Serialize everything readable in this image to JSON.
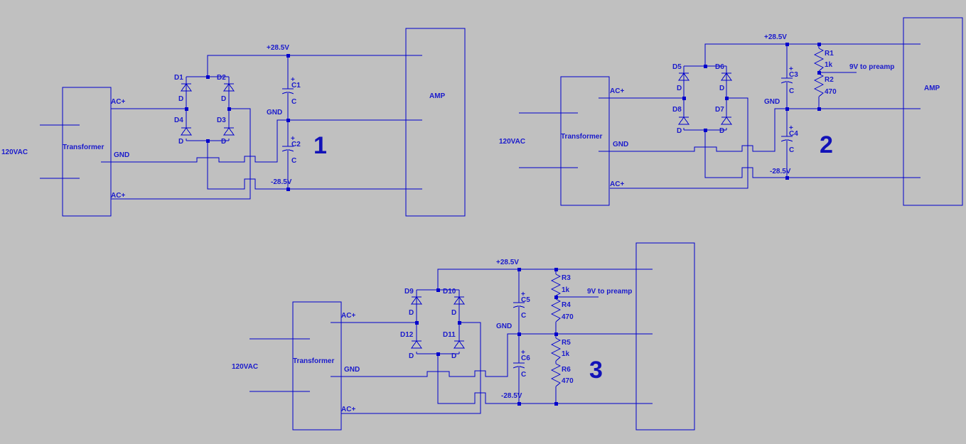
{
  "schematics": [
    {
      "number": "1",
      "input_label": "120VAC",
      "transformer_label": "Transformer",
      "ac1_label": "AC+",
      "gnd_label": "GND",
      "ac2_label": "AC+",
      "pos_rail": "+28.5V",
      "neg_rail": "-28.5V",
      "rail_gnd": "GND",
      "amp_label": "AMP",
      "diodes": [
        "D1",
        "D2",
        "D3",
        "D4"
      ],
      "diode_value": "D",
      "caps": [
        "C1",
        "C2"
      ],
      "cap_value": "C",
      "cap_polarity": "+"
    },
    {
      "number": "2",
      "input_label": "120VAC",
      "transformer_label": "Transformer",
      "ac1_label": "AC+",
      "gnd_label": "GND",
      "ac2_label": "AC+",
      "pos_rail": "+28.5V",
      "neg_rail": "-28.5V",
      "rail_gnd": "GND",
      "amp_label": "AMP",
      "diodes": [
        "D5",
        "D6",
        "D7",
        "D8"
      ],
      "diode_value": "D",
      "caps": [
        "C3",
        "C4"
      ],
      "cap_value": "C",
      "cap_polarity": "+",
      "resistors": [
        {
          "name": "R1",
          "value": "1k"
        },
        {
          "name": "R2",
          "value": "470"
        }
      ],
      "tap_label": "9V to preamp"
    },
    {
      "number": "3",
      "input_label": "120VAC",
      "transformer_label": "Transformer",
      "ac1_label": "AC+",
      "gnd_label": "GND",
      "ac2_label": "AC+",
      "pos_rail": "+28.5V",
      "neg_rail": "-28.5V",
      "rail_gnd": "GND",
      "diodes": [
        "D9",
        "D10",
        "D11",
        "D12"
      ],
      "diode_value": "D",
      "caps": [
        "C5",
        "C6"
      ],
      "cap_value": "C",
      "cap_polarity": "+",
      "resistors": [
        {
          "name": "R3",
          "value": "1k"
        },
        {
          "name": "R4",
          "value": "470"
        },
        {
          "name": "R5",
          "value": "1k"
        },
        {
          "name": "R6",
          "value": "470"
        }
      ],
      "tap_label": "9V to preamp"
    }
  ]
}
